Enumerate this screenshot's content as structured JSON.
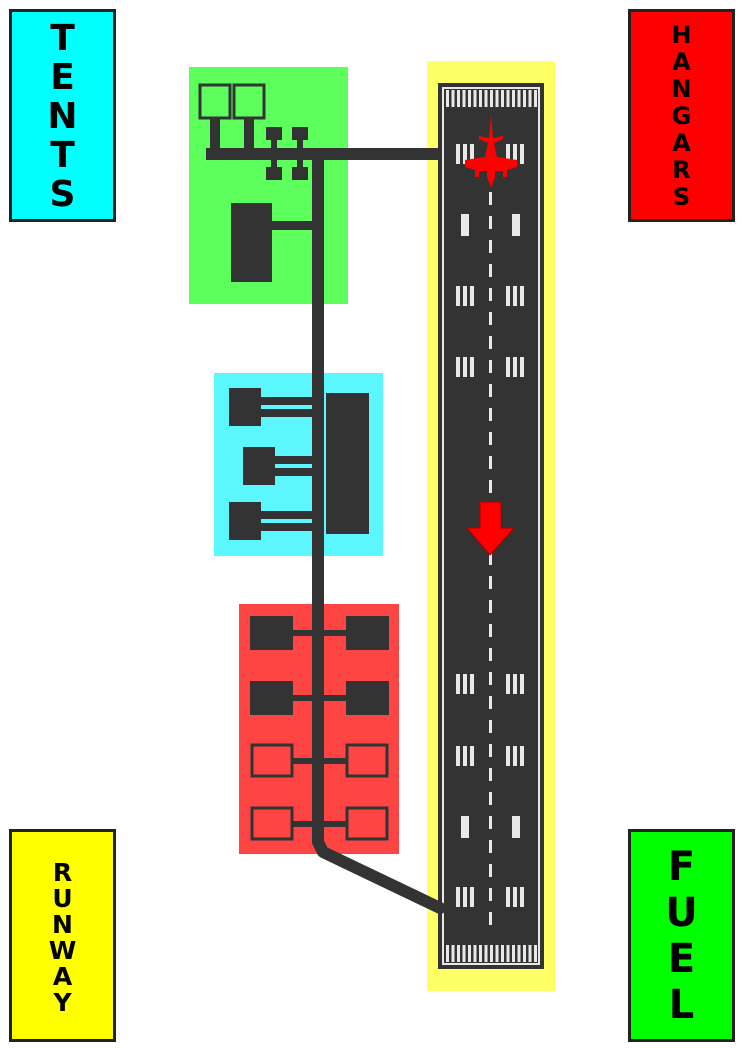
{
  "legend": [
    {
      "id": "tents",
      "label": "TENTS",
      "color": "#00ffff"
    },
    {
      "id": "hangars",
      "label": "HANGARS",
      "color": "#ff0000"
    },
    {
      "id": "runway",
      "label": "RUNWAY",
      "color": "#ffff00"
    },
    {
      "id": "fuel",
      "label": "FUEL",
      "color": "#00ff00"
    }
  ],
  "zones": {
    "tents_area": {
      "color": "#5cff5c"
    },
    "hangars_area": {
      "color": "#5cf6ff"
    },
    "fuel_area": {
      "color": "#ff4444"
    },
    "runway_area": {
      "color": "#ffff66"
    }
  },
  "colors": {
    "asphalt": "#333333",
    "runway_stripe": "#e8e8e8",
    "aircraft": "#ff0000",
    "direction_arrow": "#ff0000"
  },
  "icons": {
    "aircraft": "fighter-jet-icon",
    "direction": "arrow-down-icon"
  }
}
